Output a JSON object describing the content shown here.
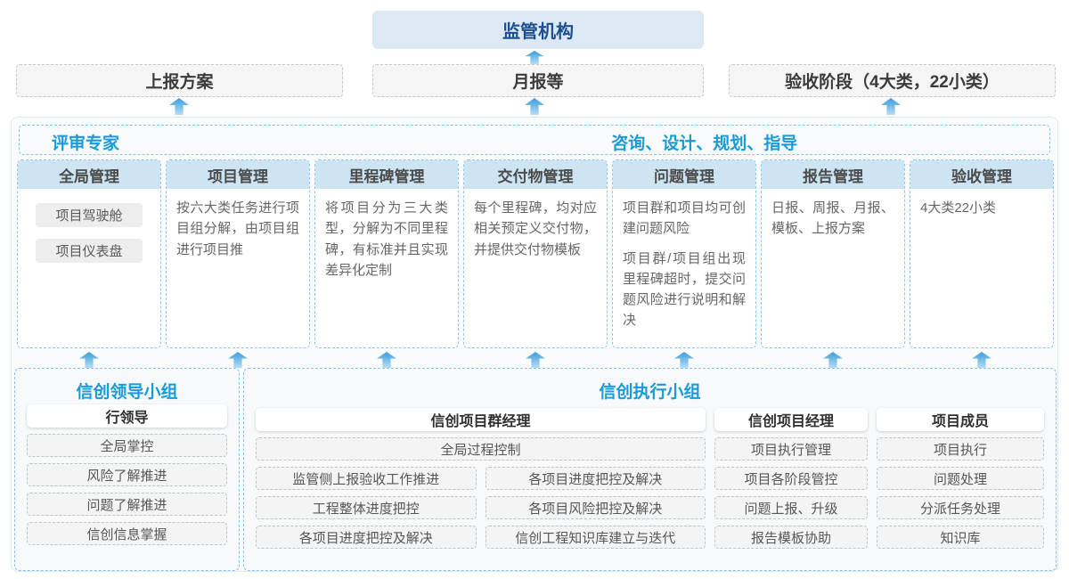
{
  "top": {
    "regulator": "监管机构"
  },
  "reports": [
    {
      "label": "上报方案"
    },
    {
      "label": "月报等"
    },
    {
      "label": "验收阶段（4大类，22小类）"
    }
  ],
  "platform": {
    "experts_label": "评审专家",
    "consult_label": "咨询、设计、规划、指导",
    "columns": [
      {
        "title": "全局管理",
        "items": [
          "项目驾驶舱",
          "项目仪表盘"
        ]
      },
      {
        "title": "项目管理",
        "p1": "按六大类任务进行项目组分解，由项目组进行项目推"
      },
      {
        "title": "里程碑管理",
        "p1": "将项目分为三大类型，分解为不同里程碑，有标准并且实现差异化定制"
      },
      {
        "title": "交付物管理",
        "p1": "每个里程碑，均对应相关预定义交付物，并提供交付物模板"
      },
      {
        "title": "问题管理",
        "p1": "项目群和项目均可创建问题风险",
        "p2": "项目群/项目组出现里程碑超时，提交问题风险进行说明和解决"
      },
      {
        "title": "报告管理",
        "p1": "日报、周报、月报、模板、上报方案"
      },
      {
        "title": "验收管理",
        "p1": "4大类22小类"
      }
    ]
  },
  "leader_group": {
    "title": "信创领导小组",
    "role": "行领导",
    "items": [
      "全局掌控",
      "风险了解推进",
      "问题了解推进",
      "信创信息掌握"
    ]
  },
  "exec_group": {
    "title": "信创执行小组",
    "pm_group": {
      "role": "信创项目群经理",
      "full_item": "全局过程控制",
      "rows": [
        [
          "监管侧上报验收工作推进",
          "各项目进度把控及解决"
        ],
        [
          "工程整体进度把控",
          "各项目风险把控及解决"
        ],
        [
          "各项目进度把控及解决",
          "信创工程知识库建立与迭代"
        ]
      ]
    },
    "project_manager": {
      "role": "信创项目经理",
      "items": [
        "项目执行管理",
        "项目各阶段管控",
        "问题上报、升级",
        "报告模板协助"
      ]
    },
    "member": {
      "role": "项目成员",
      "items": [
        "项目执行",
        "问题处理",
        "分派任务处理",
        "知识库"
      ]
    }
  },
  "colors": {
    "accent_blue_text": "#1a9ad6",
    "regulator_bg": "#dce9f5",
    "regulator_text": "#1c4f90",
    "column_header_bg": "#cde4f2",
    "dashed_blue_border": "#85c3e8",
    "arrow_gradient_top": "#3d9cd9",
    "arrow_gradient_bottom": "#b5def6"
  }
}
